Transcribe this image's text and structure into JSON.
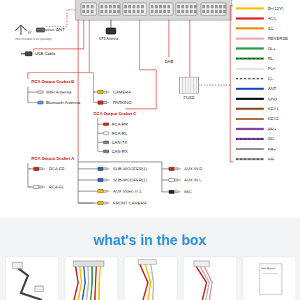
{
  "diagram": {
    "title": "what's in the box",
    "nodes": [
      {
        "text": [
          "FUSE"
        ]
      }
    ],
    "labels": [
      "or",
      "ANT",
      "(Not included in our package)",
      "USB Cable",
      "GPS Antenna",
      "DAB",
      "RCA Output Socket B",
      "WIFI Antenna",
      "Bluetooth Antenna",
      "CAMERA",
      "PARKING",
      "RCA Output Socket C",
      "RCA-RR",
      "RCA-RL",
      "CAN-TX",
      "CAN-RX",
      "RCA Output Socket A",
      "RCA-FR",
      "RCA-FL",
      "SUB-WOOFER(1)",
      "SUB-WOOFER(2)",
      "AUX Video in 1",
      "FRONT CAMERA",
      "AUX IN R",
      "AUX IN L",
      "MIC",
      "B+(12V)",
      "ACC",
      "ILL",
      "REVERSE",
      "RL+",
      "RL-",
      "FL+",
      "FL-",
      "ANT",
      "GND",
      "KEY1",
      "KEY2",
      "RR+",
      "RR-",
      "FR+",
      "FR-",
      "User Manual"
    ]
  }
}
